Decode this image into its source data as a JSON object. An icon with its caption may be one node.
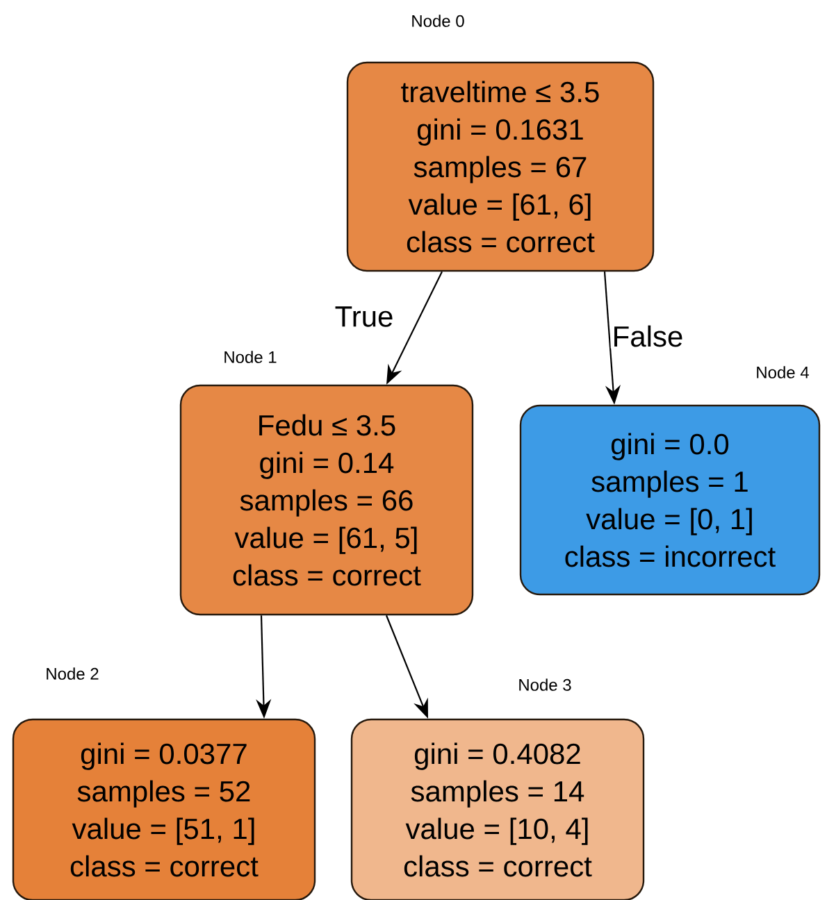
{
  "diagram": {
    "nodes": [
      {
        "text": [
          "traveltime ≤ 3.5",
          "gini = 0.1631",
          "samples = 67",
          "value = [61, 6]",
          "class = correct"
        ],
        "beside": [
          "Node 0"
        ]
      },
      {
        "text": [
          "Fedu ≤ 3.5",
          "gini = 0.14",
          "samples = 66",
          "value = [61, 5]",
          "class = correct"
        ],
        "beside": [
          "Node 1"
        ]
      },
      {
        "text": [
          "gini = 0.0377",
          "samples = 52",
          "value = [51, 1]",
          "class = correct"
        ],
        "beside": [
          "Node 2"
        ]
      },
      {
        "text": [
          "gini = 0.4082",
          "samples = 14",
          "value = [10, 4]",
          "class = correct"
        ],
        "beside": [
          "Node 3"
        ]
      },
      {
        "text": [
          "gini = 0.0",
          "samples = 1",
          "value = [0, 1]",
          "class = incorrect"
        ],
        "beside": [
          "Node 4"
        ]
      }
    ],
    "edges": [
      {
        "from": 0,
        "to": 1,
        "arrow": "to",
        "label": "True"
      },
      {
        "from": 0,
        "to": 4,
        "arrow": "to",
        "label": "False"
      },
      {
        "from": 1,
        "to": 2,
        "arrow": "to"
      },
      {
        "from": 1,
        "to": 3,
        "arrow": "to"
      }
    ]
  }
}
